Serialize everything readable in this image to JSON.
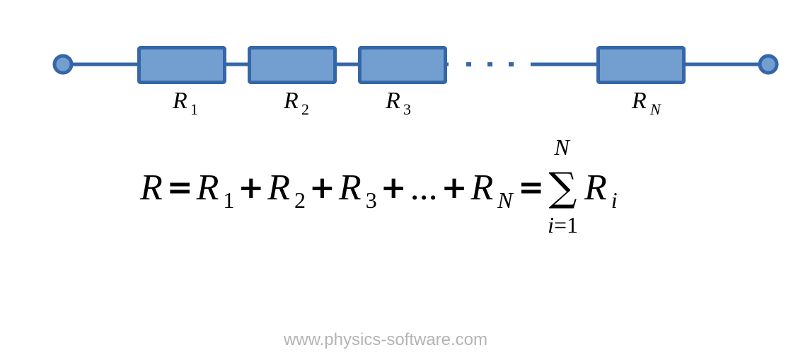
{
  "colors": {
    "stroke": "#3566a8",
    "fill": "#729fcf",
    "watermark": "#b4b4b4"
  },
  "resistors": [
    {
      "symbol": "R",
      "sub": "1"
    },
    {
      "symbol": "R",
      "sub": "2"
    },
    {
      "symbol": "R",
      "sub": "3"
    },
    {
      "symbol": "R",
      "sub": "N"
    }
  ],
  "formula": {
    "lhs": "R",
    "eq": "=",
    "plus": "+",
    "ellipsis": "...",
    "terms": [
      {
        "s": "R",
        "sub": "1"
      },
      {
        "s": "R",
        "sub": "2"
      },
      {
        "s": "R",
        "sub": "3"
      },
      {
        "s": "R",
        "sub": "N"
      }
    ],
    "sum_symbol": "∑",
    "sum_upper": "N",
    "sum_lower_var": "i",
    "sum_lower_eq": "=",
    "sum_lower_val": "1",
    "summand": "R",
    "summand_sub": "i"
  },
  "watermark": "www.physics-software.com"
}
